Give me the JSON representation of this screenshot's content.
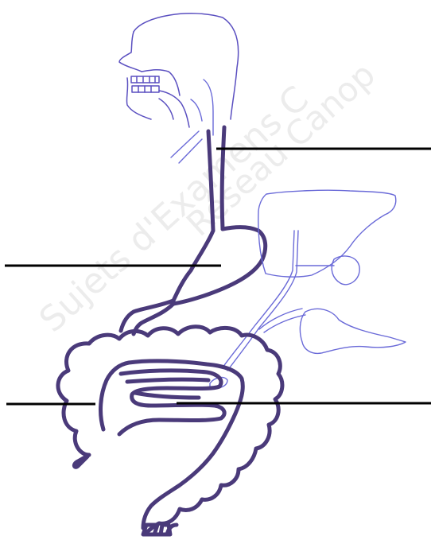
{
  "watermark": {
    "line1": "Sujets d'Examens C",
    "line2": "Réseau Canop"
  },
  "diagram": {
    "label_lines": 4,
    "colors": {
      "organ_outline": "#4a3a7a",
      "gland_outline": "#5a4fc0",
      "label_line": "#000000"
    }
  }
}
